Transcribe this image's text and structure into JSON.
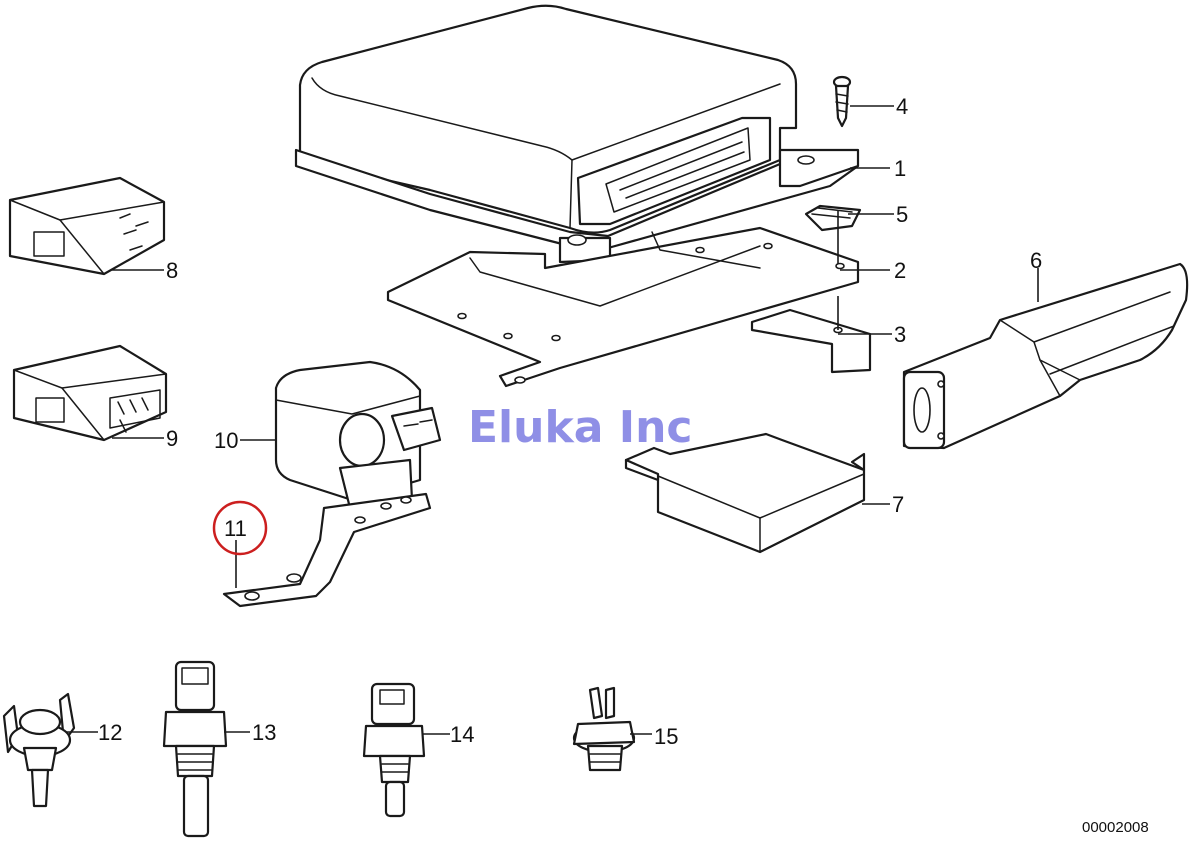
{
  "watermark": "Eluka Inc",
  "diagram_ref": "00002008",
  "highlight_color": "#cc1f1f",
  "watermark_color": "#8f8fe6",
  "highlighted_part": "11",
  "callouts": {
    "c1": "1",
    "c2": "2",
    "c3": "3",
    "c4": "4",
    "c5": "5",
    "c6": "6",
    "c7": "7",
    "c8": "8",
    "c9": "9",
    "c10": "10",
    "c11": "11",
    "c12": "12",
    "c13": "13",
    "c14": "14",
    "c15": "15"
  }
}
